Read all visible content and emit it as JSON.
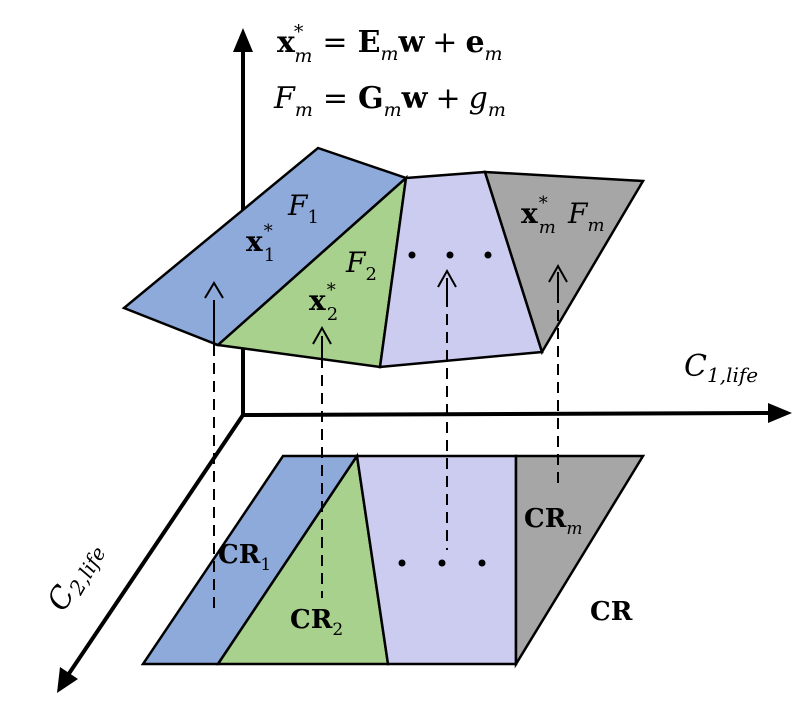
{
  "equations": {
    "line1": {
      "lhs_base": "x",
      "lhs_sup": "*",
      "lhs_sub": "m",
      "eq": "=",
      "t1": "E",
      "t1_sub": "m",
      "t2": "w",
      "plus": "+",
      "t3": "e",
      "t3_sub": "m"
    },
    "line2": {
      "lhs_base": "F",
      "lhs_sub": "m",
      "eq": "=",
      "t1": "G",
      "t1_sub": "m",
      "t2": "w",
      "plus": "+",
      "t3": "g",
      "t3_sub": "m"
    }
  },
  "axes": {
    "c1": {
      "base": "C",
      "sub": "1,life"
    },
    "c2": {
      "base": "C",
      "sub": "2,life"
    }
  },
  "upper_regions": {
    "r1": {
      "x_base": "x",
      "x_sup": "*",
      "x_sub": "1",
      "f_base": "F",
      "f_sub": "1"
    },
    "r2": {
      "x_base": "x",
      "x_sup": "*",
      "x_sub": "2",
      "f_base": "F",
      "f_sub": "2"
    },
    "rm": {
      "x_base": "x",
      "x_sup": "*",
      "x_sub": "m",
      "f_base": "F",
      "f_sub": "m"
    }
  },
  "lower_regions": {
    "cr1": {
      "base": "CR",
      "sub": "1"
    },
    "cr2": {
      "base": "CR",
      "sub": "2"
    },
    "crm": {
      "base": "CR",
      "sub": "m"
    },
    "cr": "CR"
  },
  "colors": {
    "blue": "#8eaadb",
    "green": "#a9d18e",
    "lavender": "#ccccf0",
    "gray": "#a6a6a6",
    "line": "#000000"
  }
}
